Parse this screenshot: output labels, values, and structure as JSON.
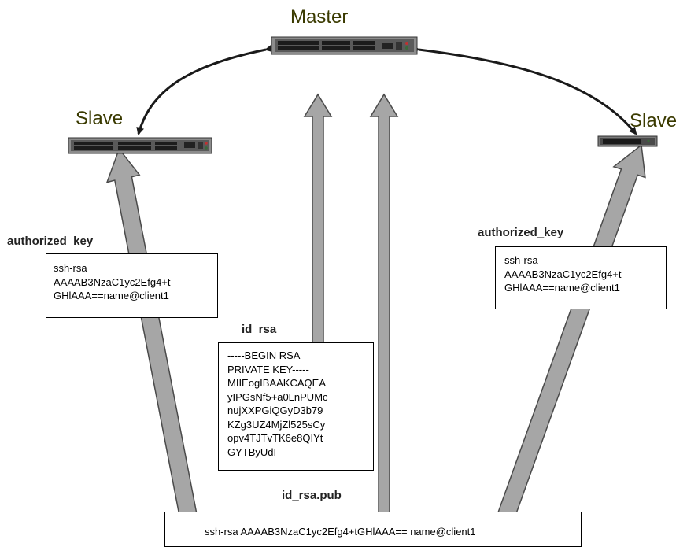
{
  "nodes": {
    "master": "Master",
    "slave_left": "Slave",
    "slave_right": "Slave"
  },
  "files": {
    "authorized_key_left": {
      "label": "authorized_key",
      "lines": [
        "ssh-rsa",
        "AAAAB3NzaC1yc2Efg4+t",
        "GHlAAA==name@client1"
      ]
    },
    "authorized_key_right": {
      "label": "authorized_key",
      "lines": [
        "ssh-rsa",
        "AAAAB3NzaC1yc2Efg4+t",
        "GHlAAA==name@client1"
      ]
    },
    "id_rsa": {
      "label": "id_rsa",
      "lines": [
        "-----BEGIN RSA",
        "PRIVATE KEY-----",
        "MIIEogIBAAKCAQEA",
        "yIPGsNf5+a0LnPUMc",
        "nujXXPGiQGyD3b79",
        "KZg3UZ4MjZl525sCy",
        "opv4TJTvTK6e8QIYt",
        "GYTByUdI"
      ]
    },
    "id_rsa_pub": {
      "label": "id_rsa.pub",
      "text": "ssh-rsa AAAAB3NzaC1yc2Efg4+tGHlAAA== name@client1"
    }
  }
}
